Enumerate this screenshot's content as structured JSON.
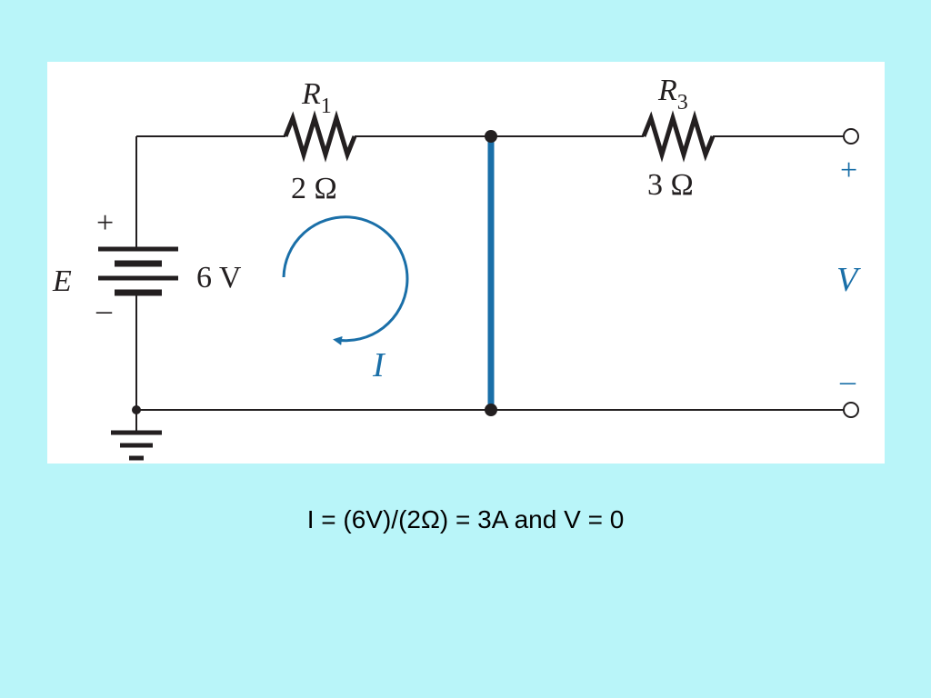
{
  "colors": {
    "background": "#b9f5f9",
    "panel": "#ffffff",
    "wire": "#231f20",
    "accent_blue": "#1a6fa8"
  },
  "circuit": {
    "r1": {
      "name": "R",
      "subscript": "1",
      "value": "2 Ω"
    },
    "r3": {
      "name": "R",
      "subscript": "3",
      "value": "3 Ω"
    },
    "source": {
      "name": "E",
      "value": "6 V",
      "plus": "+",
      "minus": "–"
    },
    "current": {
      "label": "I"
    },
    "output": {
      "label": "V",
      "plus": "+",
      "minus": "–"
    }
  },
  "caption": "I = (6V)/(2Ω) = 3A and V = 0"
}
